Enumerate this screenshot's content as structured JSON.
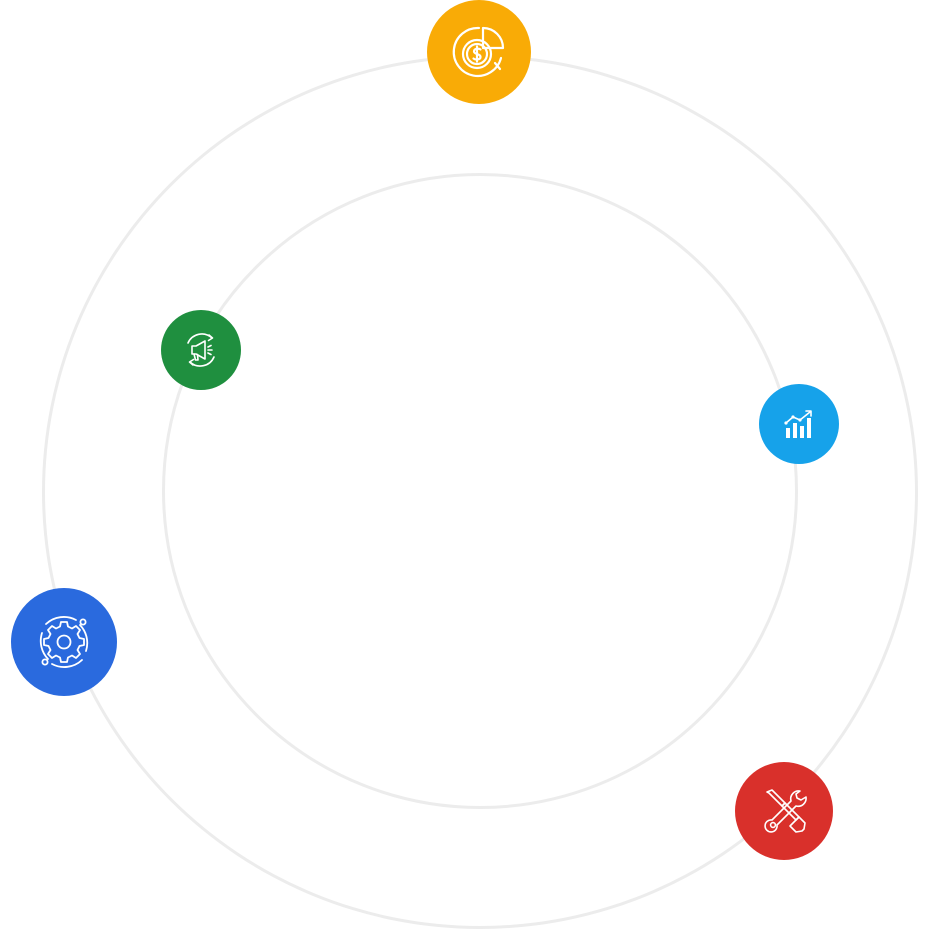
{
  "colors": {
    "ring": "#ececec",
    "finance": "#f9ab06",
    "marketing": "#1f8f3f",
    "analytics": "#16a2ea",
    "settings": "#2a6ade",
    "tools": "#d9302b"
  },
  "nodes": [
    {
      "key": "finance",
      "icon": "dollar-pie-chart-icon",
      "color": "#f9ab06"
    },
    {
      "key": "marketing",
      "icon": "megaphone-cycle-icon",
      "color": "#1f8f3f"
    },
    {
      "key": "analytics",
      "icon": "bar-chart-trend-icon",
      "color": "#16a2ea"
    },
    {
      "key": "settings",
      "icon": "gear-orbit-icon",
      "color": "#2a6ade"
    },
    {
      "key": "tools",
      "icon": "wrench-screwdriver-icon",
      "color": "#d9302b"
    }
  ]
}
